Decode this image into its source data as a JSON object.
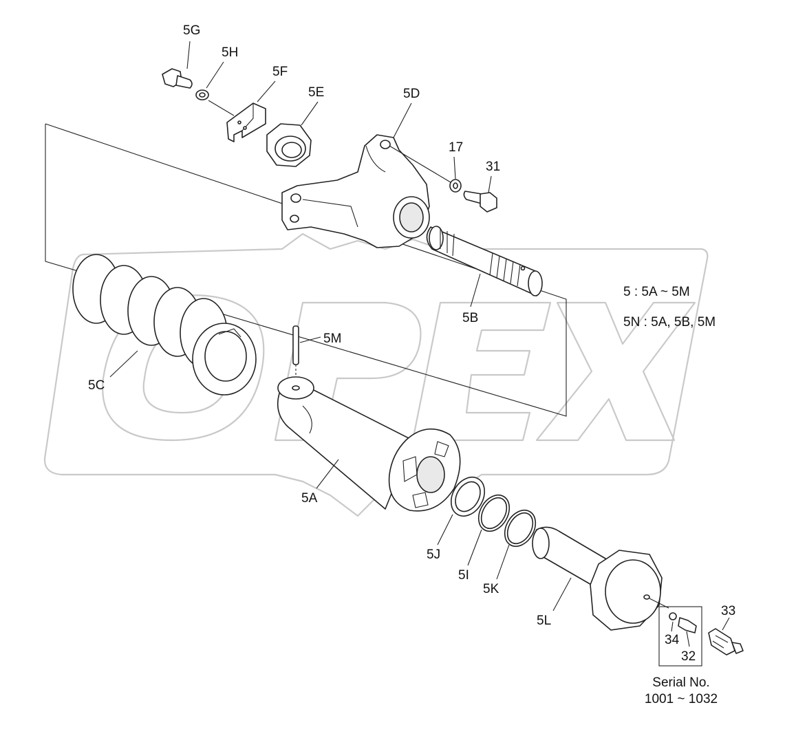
{
  "callouts": {
    "c5G": "5G",
    "c5H": "5H",
    "c5F": "5F",
    "c5E": "5E",
    "c5D": "5D",
    "c17": "17",
    "c31": "31",
    "c5B": "5B",
    "c5C": "5C",
    "c5M": "5M",
    "c5A": "5A",
    "c5J": "5J",
    "c5I": "5I",
    "c5K": "5K",
    "c5L": "5L",
    "c33": "33",
    "c34": "34",
    "c32": "32"
  },
  "notes": {
    "kit_line1": "5 : 5A ~ 5M",
    "kit_line2": "5N : 5A, 5B, 5M",
    "serial_line1": "Serial No.",
    "serial_line2": "1001 ~ 1032"
  },
  "watermark_icon": "opex-logo-watermark",
  "colors": {
    "line": "#222222",
    "watermark": "#c9c9c9",
    "background": "#ffffff"
  }
}
